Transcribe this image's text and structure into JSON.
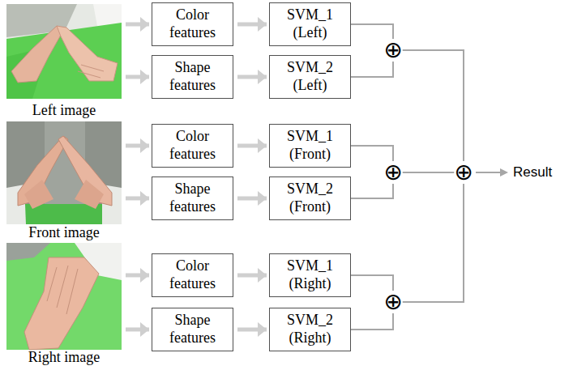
{
  "diagram": {
    "nodes": [
      {
        "text": [
          "Left image"
        ]
      },
      {
        "text": [
          "Color features"
        ]
      },
      {
        "text": [
          "Shape features"
        ]
      },
      {
        "text": [
          "SVM_1 (Left)"
        ]
      },
      {
        "text": [
          "SVM_2 (Left)"
        ]
      },
      {
        "text": [
          "⊕"
        ]
      },
      {
        "text": [
          "Front image"
        ]
      },
      {
        "text": [
          "Color features"
        ]
      },
      {
        "text": [
          "Shape features"
        ]
      },
      {
        "text": [
          "SVM_1 (Front)"
        ]
      },
      {
        "text": [
          "SVM_2 (Front)"
        ]
      },
      {
        "text": [
          "⊕"
        ]
      },
      {
        "text": [
          "⊕"
        ]
      },
      {
        "text": [
          "Right image"
        ]
      },
      {
        "text": [
          "Color features"
        ]
      },
      {
        "text": [
          "Shape features"
        ]
      },
      {
        "text": [
          "SVM_1 (Right)"
        ]
      },
      {
        "text": [
          "SVM_2 (Right)"
        ]
      },
      {
        "text": [
          "⊕"
        ]
      }
    ],
    "edges": [
      {
        "from": 0,
        "to": 1,
        "arrow": "to"
      },
      {
        "from": 0,
        "to": 2,
        "arrow": "to"
      },
      {
        "from": 1,
        "to": 3,
        "arrow": "to"
      },
      {
        "from": 2,
        "to": 4,
        "arrow": "to"
      },
      {
        "from": 3,
        "to": 5,
        "arrow": "none"
      },
      {
        "from": 4,
        "to": 5,
        "arrow": "none"
      },
      {
        "from": 6,
        "to": 7,
        "arrow": "to"
      },
      {
        "from": 6,
        "to": 8,
        "arrow": "to"
      },
      {
        "from": 7,
        "to": 9,
        "arrow": "to"
      },
      {
        "from": 8,
        "to": 10,
        "arrow": "to"
      },
      {
        "from": 9,
        "to": 11,
        "arrow": "none"
      },
      {
        "from": 10,
        "to": 11,
        "arrow": "none"
      },
      {
        "from": 13,
        "to": 14,
        "arrow": "to"
      },
      {
        "from": 13,
        "to": 15,
        "arrow": "to"
      },
      {
        "from": 14,
        "to": 16,
        "arrow": "to"
      },
      {
        "from": 15,
        "to": 17,
        "arrow": "to"
      },
      {
        "from": 16,
        "to": 18,
        "arrow": "none"
      },
      {
        "from": 17,
        "to": 18,
        "arrow": "none"
      },
      {
        "from": 5,
        "to": 12,
        "arrow": "none"
      },
      {
        "from": 11,
        "to": 12,
        "arrow": "none"
      },
      {
        "from": 18,
        "to": 12,
        "arrow": "none"
      }
    ],
    "labels": [
      "Result"
    ]
  }
}
